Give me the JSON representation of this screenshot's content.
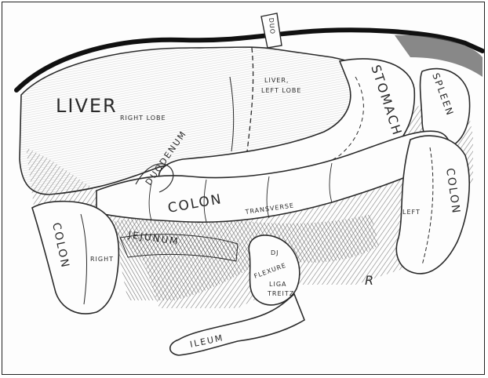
{
  "labels": {
    "liver": "LIVER",
    "liver_right_lobe": "RIGHT LOBE",
    "liver_left_lobe_1": "LIVER,",
    "liver_left_lobe_2": "LEFT LOBE",
    "stomach": "STOMACH",
    "spleen": "SPLEEN",
    "colon_transverse": "COLON",
    "transverse": "TRANSVERSE",
    "colon_right": "COLON",
    "right": "RIGHT",
    "colon_left": "COLON",
    "left": "LEFT",
    "duodenum_top": "DUO",
    "duodenum_curve": "DUODENUM",
    "jejunum": "JEJUNUM",
    "dj": "DJ",
    "flexure": "FLEXURE",
    "liga": "LIGA",
    "treitz": "TREITZ",
    "ileum": "ILEUM",
    "signature": "R"
  },
  "colors": {
    "ink": "#2a2a2a",
    "diaphragm": "#111111",
    "paper": "#fdfdfd",
    "shade": "#8a8a8a"
  }
}
